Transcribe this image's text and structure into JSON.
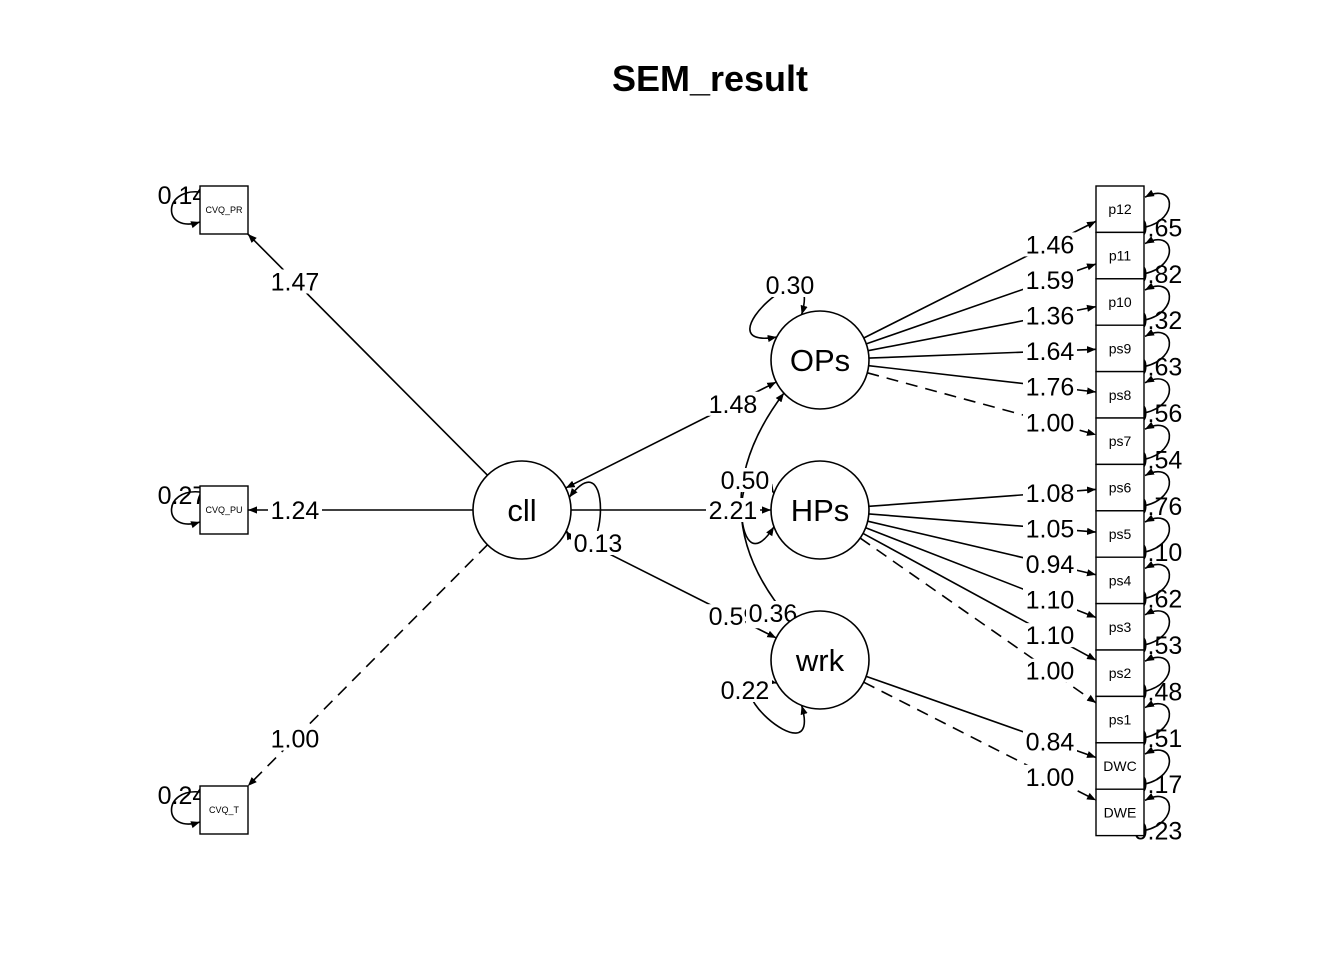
{
  "title": "SEM_result",
  "latents": [
    {
      "id": "cll",
      "label": "cll",
      "variance": "0.13"
    },
    {
      "id": "OPs",
      "label": "OPs",
      "variance": "0.30"
    },
    {
      "id": "HPs",
      "label": "HPs",
      "variance": "0.50"
    },
    {
      "id": "wrk",
      "label": "wrk",
      "variance": "0.22"
    }
  ],
  "manifests_left": [
    {
      "id": "CVQ_PR",
      "label": "CVQ_PR",
      "residual": "0.14"
    },
    {
      "id": "CVQ_PU",
      "label": "CVQ_PU",
      "residual": "0.27"
    },
    {
      "id": "CVQ_T",
      "label": "CVQ_T",
      "residual": "0.24"
    }
  ],
  "manifests_right": [
    {
      "id": "p12",
      "label": "p12",
      "residual": "0.65"
    },
    {
      "id": "p11",
      "label": "p11",
      "residual": "0.82"
    },
    {
      "id": "p10",
      "label": "p10",
      "residual": "0.32"
    },
    {
      "id": "ps9",
      "label": "ps9",
      "residual": "0.63"
    },
    {
      "id": "ps8",
      "label": "ps8",
      "residual": "0.56"
    },
    {
      "id": "ps7",
      "label": "ps7",
      "residual": "0.54"
    },
    {
      "id": "ps6",
      "label": "ps6",
      "residual": "0.76"
    },
    {
      "id": "ps5",
      "label": "ps5",
      "residual": "0.10"
    },
    {
      "id": "ps4",
      "label": "ps4",
      "residual": "0.62"
    },
    {
      "id": "ps3",
      "label": "ps3",
      "residual": "0.53"
    },
    {
      "id": "ps2",
      "label": "ps2",
      "residual": "0.48"
    },
    {
      "id": "ps1",
      "label": "ps1",
      "residual": "0.51"
    },
    {
      "id": "DWC",
      "label": "DWC",
      "residual": "0.17"
    },
    {
      "id": "DWE",
      "label": "DWE",
      "residual": "0.23"
    }
  ],
  "edges": [
    {
      "from": "cll",
      "to": "CVQ_PR",
      "label": "1.47",
      "fixed": false
    },
    {
      "from": "cll",
      "to": "CVQ_PU",
      "label": "1.24",
      "fixed": false
    },
    {
      "from": "cll",
      "to": "CVQ_T",
      "label": "1.00",
      "fixed": true
    },
    {
      "from": "OPs",
      "to": "cll",
      "label": "1.48",
      "fixed": false,
      "both": true
    },
    {
      "from": "cll",
      "to": "HPs",
      "label": "2.21",
      "fixed": false
    },
    {
      "from": "cll",
      "to": "wrk",
      "label": "0.59",
      "fixed": false
    },
    {
      "from": "OPs",
      "to": "p12",
      "label": "1.46",
      "fixed": false
    },
    {
      "from": "OPs",
      "to": "p11",
      "label": "1.59",
      "fixed": false
    },
    {
      "from": "OPs",
      "to": "p10",
      "label": "1.36",
      "fixed": false
    },
    {
      "from": "OPs",
      "to": "ps9",
      "label": "1.64",
      "fixed": false
    },
    {
      "from": "OPs",
      "to": "ps8",
      "label": "1.76",
      "fixed": false
    },
    {
      "from": "OPs",
      "to": "ps7",
      "label": "1.00",
      "fixed": true
    },
    {
      "from": "HPs",
      "to": "ps6",
      "label": "1.08",
      "fixed": false
    },
    {
      "from": "HPs",
      "to": "ps5",
      "label": "1.05",
      "fixed": false
    },
    {
      "from": "HPs",
      "to": "ps4",
      "label": "0.94",
      "fixed": false
    },
    {
      "from": "HPs",
      "to": "ps3",
      "label": "1.10",
      "fixed": false
    },
    {
      "from": "HPs",
      "to": "ps2",
      "label": "1.10",
      "fixed": false
    },
    {
      "from": "HPs",
      "to": "ps1",
      "label": "1.00",
      "fixed": true
    },
    {
      "from": "wrk",
      "to": "DWC",
      "label": "0.84",
      "fixed": false
    },
    {
      "from": "wrk",
      "to": "DWE",
      "label": "1.00",
      "fixed": true
    }
  ],
  "covariances": [
    {
      "a": "OPs",
      "b": "wrk",
      "label": "0.36"
    }
  ]
}
